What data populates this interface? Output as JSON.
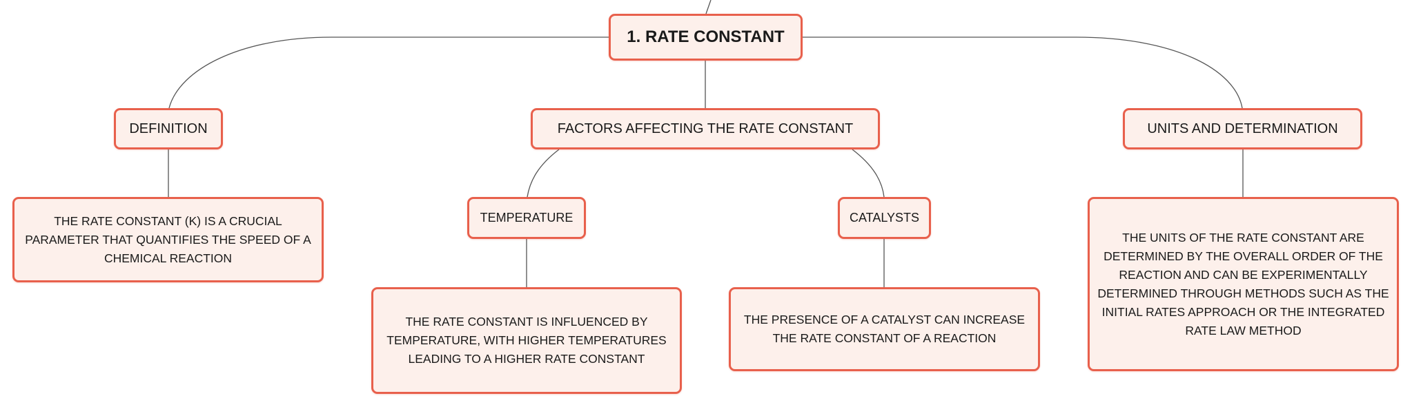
{
  "root": {
    "label": "1. RATE CONSTANT"
  },
  "branches": {
    "definition": {
      "label": "DEFINITION",
      "detail": "THE RATE CONSTANT (K) IS A CRUCIAL PARAMETER THAT QUANTIFIES THE SPEED OF A CHEMICAL REACTION"
    },
    "factors": {
      "label": "FACTORS AFFECTING THE RATE CONSTANT",
      "temperature": {
        "label": "TEMPERATURE",
        "detail": "THE RATE CONSTANT IS INFLUENCED BY TEMPERATURE, WITH HIGHER TEMPERATURES LEADING TO A HIGHER RATE CONSTANT"
      },
      "catalysts": {
        "label": "CATALYSTS",
        "detail": "THE PRESENCE OF A CATALYST CAN INCREASE THE RATE CONSTANT OF A REACTION"
      }
    },
    "units": {
      "label": "UNITS AND DETERMINATION",
      "detail": "THE UNITS OF THE RATE CONSTANT ARE DETERMINED BY THE OVERALL ORDER OF THE REACTION AND CAN BE EXPERIMENTALLY DETERMINED THROUGH METHODS SUCH AS THE INITIAL RATES APPROACH OR THE INTEGRATED RATE LAW METHOD"
    }
  },
  "colors": {
    "node_border": "#e8604c",
    "node_fill": "#fdf0eb",
    "connector": "#555555",
    "text": "#1a1a1a"
  }
}
